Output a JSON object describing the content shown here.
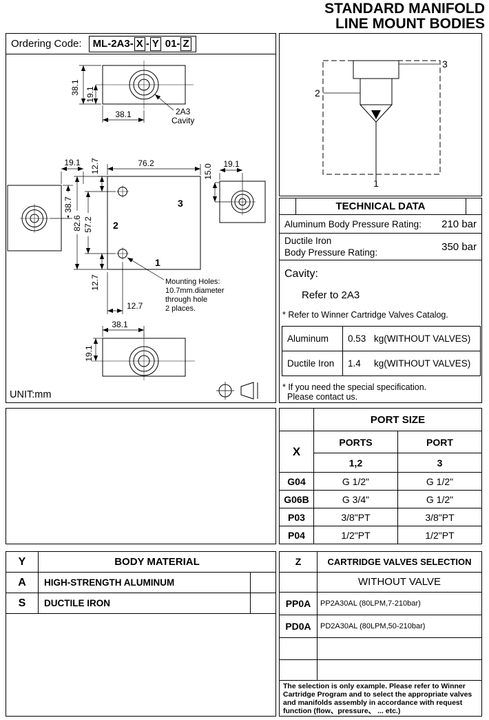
{
  "header": {
    "title_line1": "STANDARD MANIFOLD",
    "title_line2": "LINE MOUNT BODIES"
  },
  "ordering": {
    "label": "Ordering Code:",
    "p1": "ML-2A3-",
    "x": "X",
    "p2": "-",
    "y": "Y",
    "p3": "01-",
    "z": "Z"
  },
  "drawing": {
    "unit": "UNIT:mm",
    "cavity_line1": "2A3",
    "cavity_line2": "Cavity",
    "note_line1": "Mounting Holes:",
    "note_line2": "10.7mm.diameter",
    "note_line3": "through hole",
    "note_line4": "2 places.",
    "ports": {
      "p1": "1",
      "p2": "2",
      "p3": "3"
    },
    "dims": {
      "top_height": "38.1",
      "top_center": "19.1",
      "top_width": "38.1",
      "plan_left_offset": "19.1",
      "plan_top_offset": "12.7",
      "plan_width": "76.2",
      "side_port_offset": "15.0",
      "plan_right_offset": "19.1",
      "side_center": "38.7",
      "plan_height": "82.6",
      "hole_spacing": "57.2",
      "plan_bottom_offset": "12.7",
      "hole_x_offset": "12.7",
      "bottom_width": "38.1",
      "bottom_center": "19.1"
    }
  },
  "schematic": {
    "port1": "1",
    "port2": "2",
    "port3": "3"
  },
  "technical": {
    "title": "TECHNICAL DATA",
    "row1_label": "Aluminum Body Pressure Rating:",
    "row1_value": "210 bar",
    "row2_label": "Ductile Iron\nBody Pressure Rating:",
    "row2_value": "350 bar",
    "cavity_label": "Cavity:",
    "cavity_value": "Refer to 2A3",
    "note_catalog": "* Refer to Winner Cartridge Valves Catalog.",
    "weights": [
      {
        "material": "Aluminum",
        "value": "0.53",
        "unit": "kg(WITHOUT VALVES)"
      },
      {
        "material": "Ductile Iron",
        "value": "1.4",
        "unit": "kg(WITHOUT VALVES)"
      }
    ],
    "note_special_1": "* If you need the special specification.",
    "note_special_2": "Please contact us."
  },
  "port_size": {
    "title": "PORT SIZE",
    "x_label": "X",
    "ports_header": "PORTS",
    "port_header": "PORT",
    "ports_sub": "1,2",
    "port_sub": "3",
    "rows": [
      {
        "code": "G04",
        "ports12": "G 1/2\"",
        "port3": "G 1/2\""
      },
      {
        "code": "G06B",
        "ports12": "G 3/4\"",
        "port3": "G 1/2\""
      },
      {
        "code": "P03",
        "ports12": "3/8\"PT",
        "port3": "3/8\"PT"
      },
      {
        "code": "P04",
        "ports12": "1/2\"PT",
        "port3": "1/2\"PT"
      }
    ]
  },
  "body_material": {
    "code_header": "Y",
    "title": "BODY MATERIAL",
    "rows": [
      {
        "code": "A",
        "label": "HIGH-STRENGTH ALUMINUM"
      },
      {
        "code": "S",
        "label": "DUCTILE IRON"
      }
    ]
  },
  "cartridge": {
    "code_header": "Z",
    "title": "CARTRIDGE VALVES SELECTION",
    "without_valve": "WITHOUT VALVE",
    "rows": [
      {
        "code": "PP0A",
        "label": "PP2A30AL (80LPM,7-210bar)"
      },
      {
        "code": "PD0A",
        "label": "PD2A30AL (80LPM,50-210bar)"
      }
    ],
    "note": "The selection is only example. Please refer to Winner Cartridge Program and to select the appropriate valves and manifolds assembly in accordance with request function (flow、pressure、 ... etc.)"
  }
}
